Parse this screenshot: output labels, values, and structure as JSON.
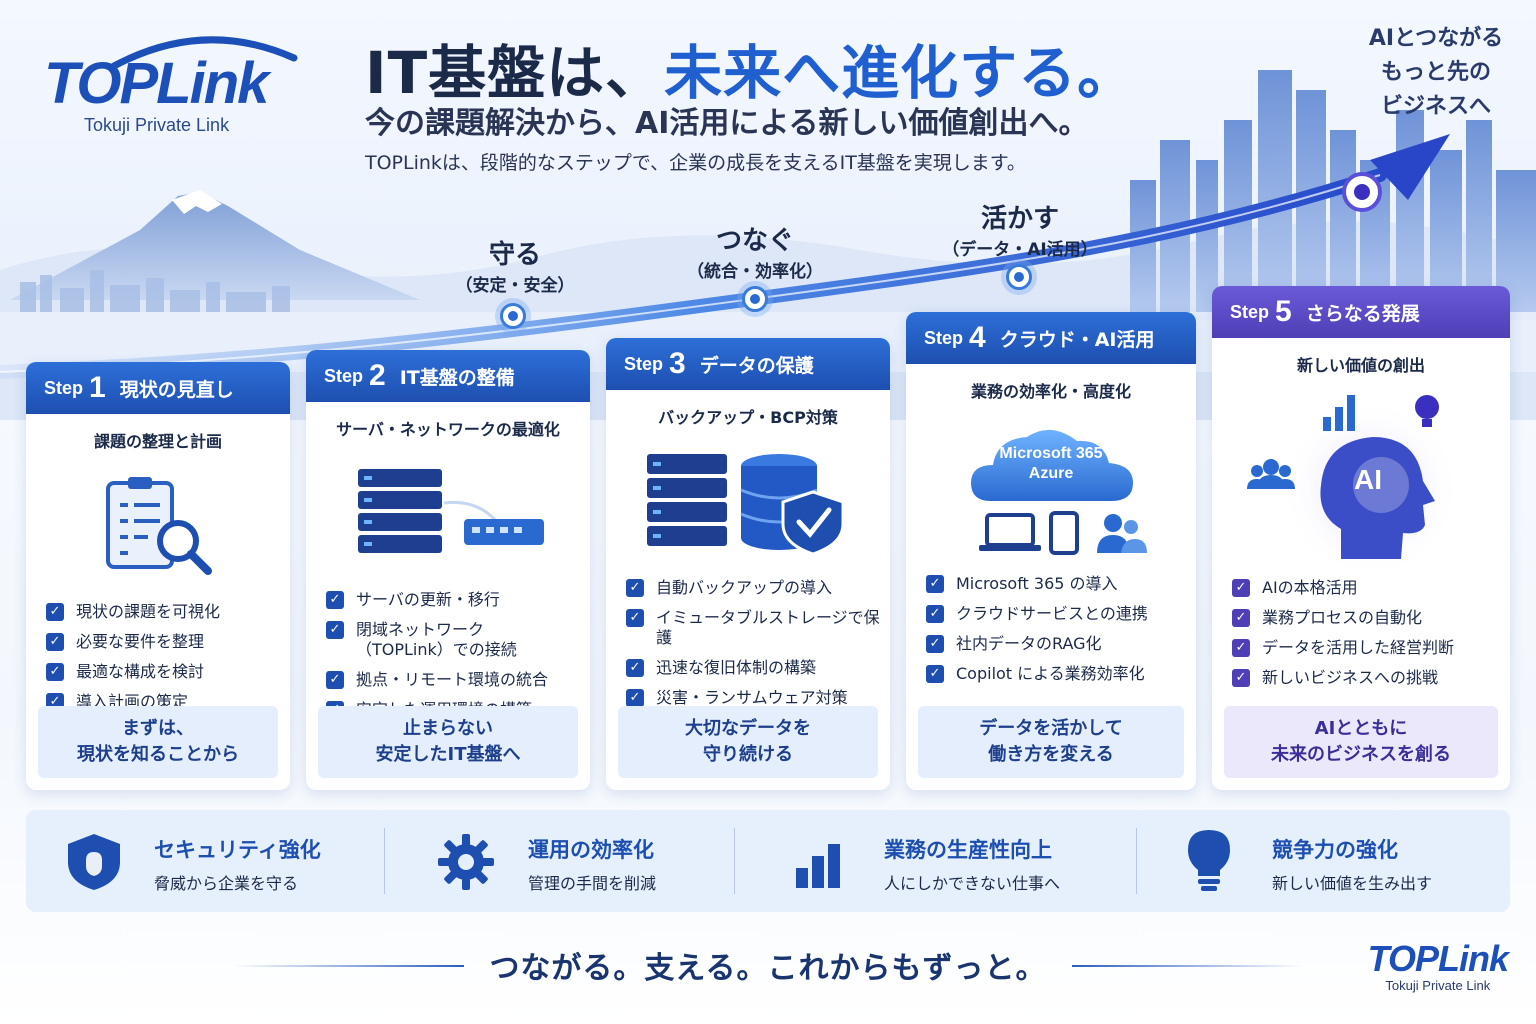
{
  "brand": {
    "name": "TOPLink",
    "tagline": "Tokuji Private Link"
  },
  "header": {
    "headline_part1": "IT基盤は、",
    "headline_part2": "未来へ進化する。",
    "subhead": "今の課題解決から、AI活用による新しい価値創出へ。",
    "description": "TOPLinkは、段階的なステップで、企業の成長を支えるIT基盤を実現します。",
    "corner_message": [
      "AIとつながる",
      "もっと先の",
      "ビジネスへ"
    ]
  },
  "road_labels": [
    {
      "title": "守る",
      "sub": "（安定・安全）"
    },
    {
      "title": "つなぐ",
      "sub": "（統合・効率化）"
    },
    {
      "title": "活かす",
      "sub": "（データ・AI活用）"
    }
  ],
  "steps": [
    {
      "step_word": "Step",
      "number": "1",
      "title": "現状の見直し",
      "subtitle": "課題の整理と計画",
      "illustration": "clipboard-magnifier-icon",
      "items": [
        "現状の課題を可視化",
        "必要な要件を整理",
        "最適な構成を検討",
        "導入計画の策定"
      ],
      "footer": [
        "まずは、",
        "現状を知ることから"
      ]
    },
    {
      "step_word": "Step",
      "number": "2",
      "title": "IT基盤の整備",
      "subtitle": "サーバ・ネットワークの最適化",
      "illustration": "server-switch-icon",
      "items": [
        "サーバの更新・移行",
        "閉域ネットワーク（TOPLink）での接続",
        "拠点・リモート環境の統合",
        "安定した運用環境の構築"
      ],
      "footer": [
        "止まらない",
        "安定したIT基盤へ"
      ]
    },
    {
      "step_word": "Step",
      "number": "3",
      "title": "データの保護",
      "subtitle": "バックアップ・BCP対策",
      "illustration": "database-shield-icon",
      "items": [
        "自動バックアップの導入",
        "イミュータブルストレージで保護",
        "迅速な復旧体制の構築",
        "災害・ランサムウェア対策"
      ],
      "footer": [
        "大切なデータを",
        "守り続ける"
      ]
    },
    {
      "step_word": "Step",
      "number": "4",
      "title": "クラウド・AI活用",
      "subtitle": "業務の効率化・高度化",
      "illustration": "cloud-devices-icon",
      "cloud_label": [
        "Microsoft 365",
        "Azure"
      ],
      "items": [
        "Microsoft 365 の導入",
        "クラウドサービスとの連携",
        "社内データのRAG化",
        "Copilot による業務効率化"
      ],
      "footer": [
        "データを活かして",
        "働き方を変える"
      ]
    },
    {
      "step_word": "Step",
      "number": "5",
      "title": "さらなる発展",
      "subtitle": "新しい価値の創出",
      "illustration": "ai-head-icon",
      "ai_label": "AI",
      "items": [
        "AIの本格活用",
        "業務プロセスの自動化",
        "データを活用した経営判断",
        "新しいビジネスへの挑戦"
      ],
      "footer": [
        "AIとともに",
        "未来のビジネスを創る"
      ]
    }
  ],
  "benefits": [
    {
      "icon": "shield-icon",
      "title": "セキュリティ強化",
      "sub": "脅威から企業を守る"
    },
    {
      "icon": "gear-icon",
      "title": "運用の効率化",
      "sub": "管理の手間を削減"
    },
    {
      "icon": "bar-chart-icon",
      "title": "業務の生産性向上",
      "sub": "人にしかできない仕事へ"
    },
    {
      "icon": "lightbulb-icon",
      "title": "競争力の強化",
      "sub": "新しい価値を生み出す"
    }
  ],
  "footer": {
    "tagline": "つながる。支える。これからもずっと。"
  },
  "colors": {
    "primary": "#1e4fb0",
    "accent": "#1f5fd0",
    "purple": "#4e3fb6",
    "text": "#1c2a4a"
  }
}
